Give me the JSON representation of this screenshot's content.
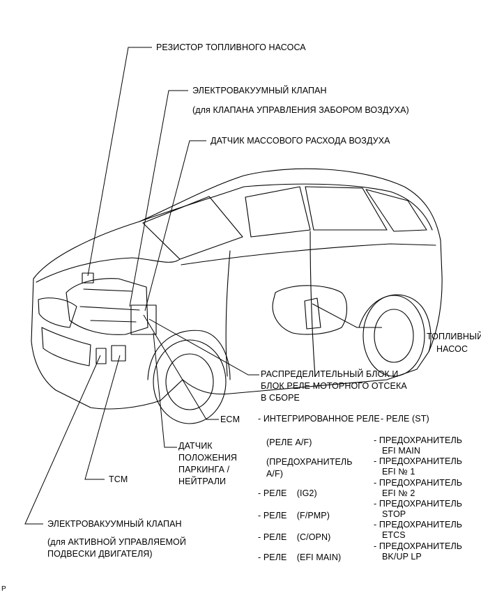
{
  "labels": {
    "fuel_pump_resistor": "РЕЗИСТОР ТОПЛИВНОГО НАСОСА",
    "vsv_intake_title": "ЭЛЕКТРОВАКУУМНЫЙ КЛАПАН",
    "vsv_intake_sub": "(для КЛАПАНА УПРАВЛЕНИЯ ЗАБОРОМ ВОЗДУХА)",
    "maf_sensor": "ДАТЧИК МАССОВОГО РАСХОДА ВОЗДУХА",
    "fuel_pump_line1": "ТОПЛИВНЫЙ",
    "fuel_pump_line2": "НАСОС",
    "relay_block_line1": "РАСПРЕДЕЛИТЕЛЬНЫЙ БЛОК И",
    "relay_block_line2": "БЛОК РЕЛЕ МОТОРНОГО ОТСЕКА",
    "relay_block_line3": "В СБОРЕ",
    "ecm": "ECM",
    "park_neutral_line1": "ДАТЧИК",
    "park_neutral_line2": "ПОЛОЖЕНИЯ",
    "park_neutral_line3": "ПАРКИНГА /",
    "park_neutral_line4": "НЕЙТРАЛИ",
    "tcm": "TCM",
    "vsv_mount_title": "ЭЛЕКТРОВАКУУМНЫЙ КЛАПАН",
    "vsv_mount_sub1": "(для АКТИВНОЙ УПРАВЛЯЕМОЙ",
    "vsv_mount_sub2": "ПОДВЕСКИ ДВИГАТЕЛЯ)",
    "corner_mark": "P"
  },
  "components_left": [
    "- ИНТЕГРИРОВАННОЕ РЕЛЕ",
    "(РЕЛЕ A/F)",
    "(ПРЕДОХРАНИТЕЛЬ",
    "A/F)",
    "- РЕЛЕ    (IG2)",
    "- РЕЛЕ    (F/PMP)",
    "- РЕЛЕ    (C/OPN)",
    "- РЕЛЕ    (EFI MAIN)"
  ],
  "components_right": [
    "- РЕЛЕ (ST)",
    "- ПРЕДОХРАНИТЕЛЬ",
    "EFI MAIN",
    "- ПРЕДОХРАНИТЕЛЬ",
    "EFI № 1",
    "- ПРЕДОХРАНИТЕЛЬ",
    "EFI № 2",
    "- ПРЕДОХРАНИТЕЛЬ",
    "STOP",
    "- ПРЕДОХРАНИТЕЛЬ",
    "ETCS",
    "- ПРЕДОХРАНИТЕЛЬ",
    "BK/UP LP"
  ]
}
